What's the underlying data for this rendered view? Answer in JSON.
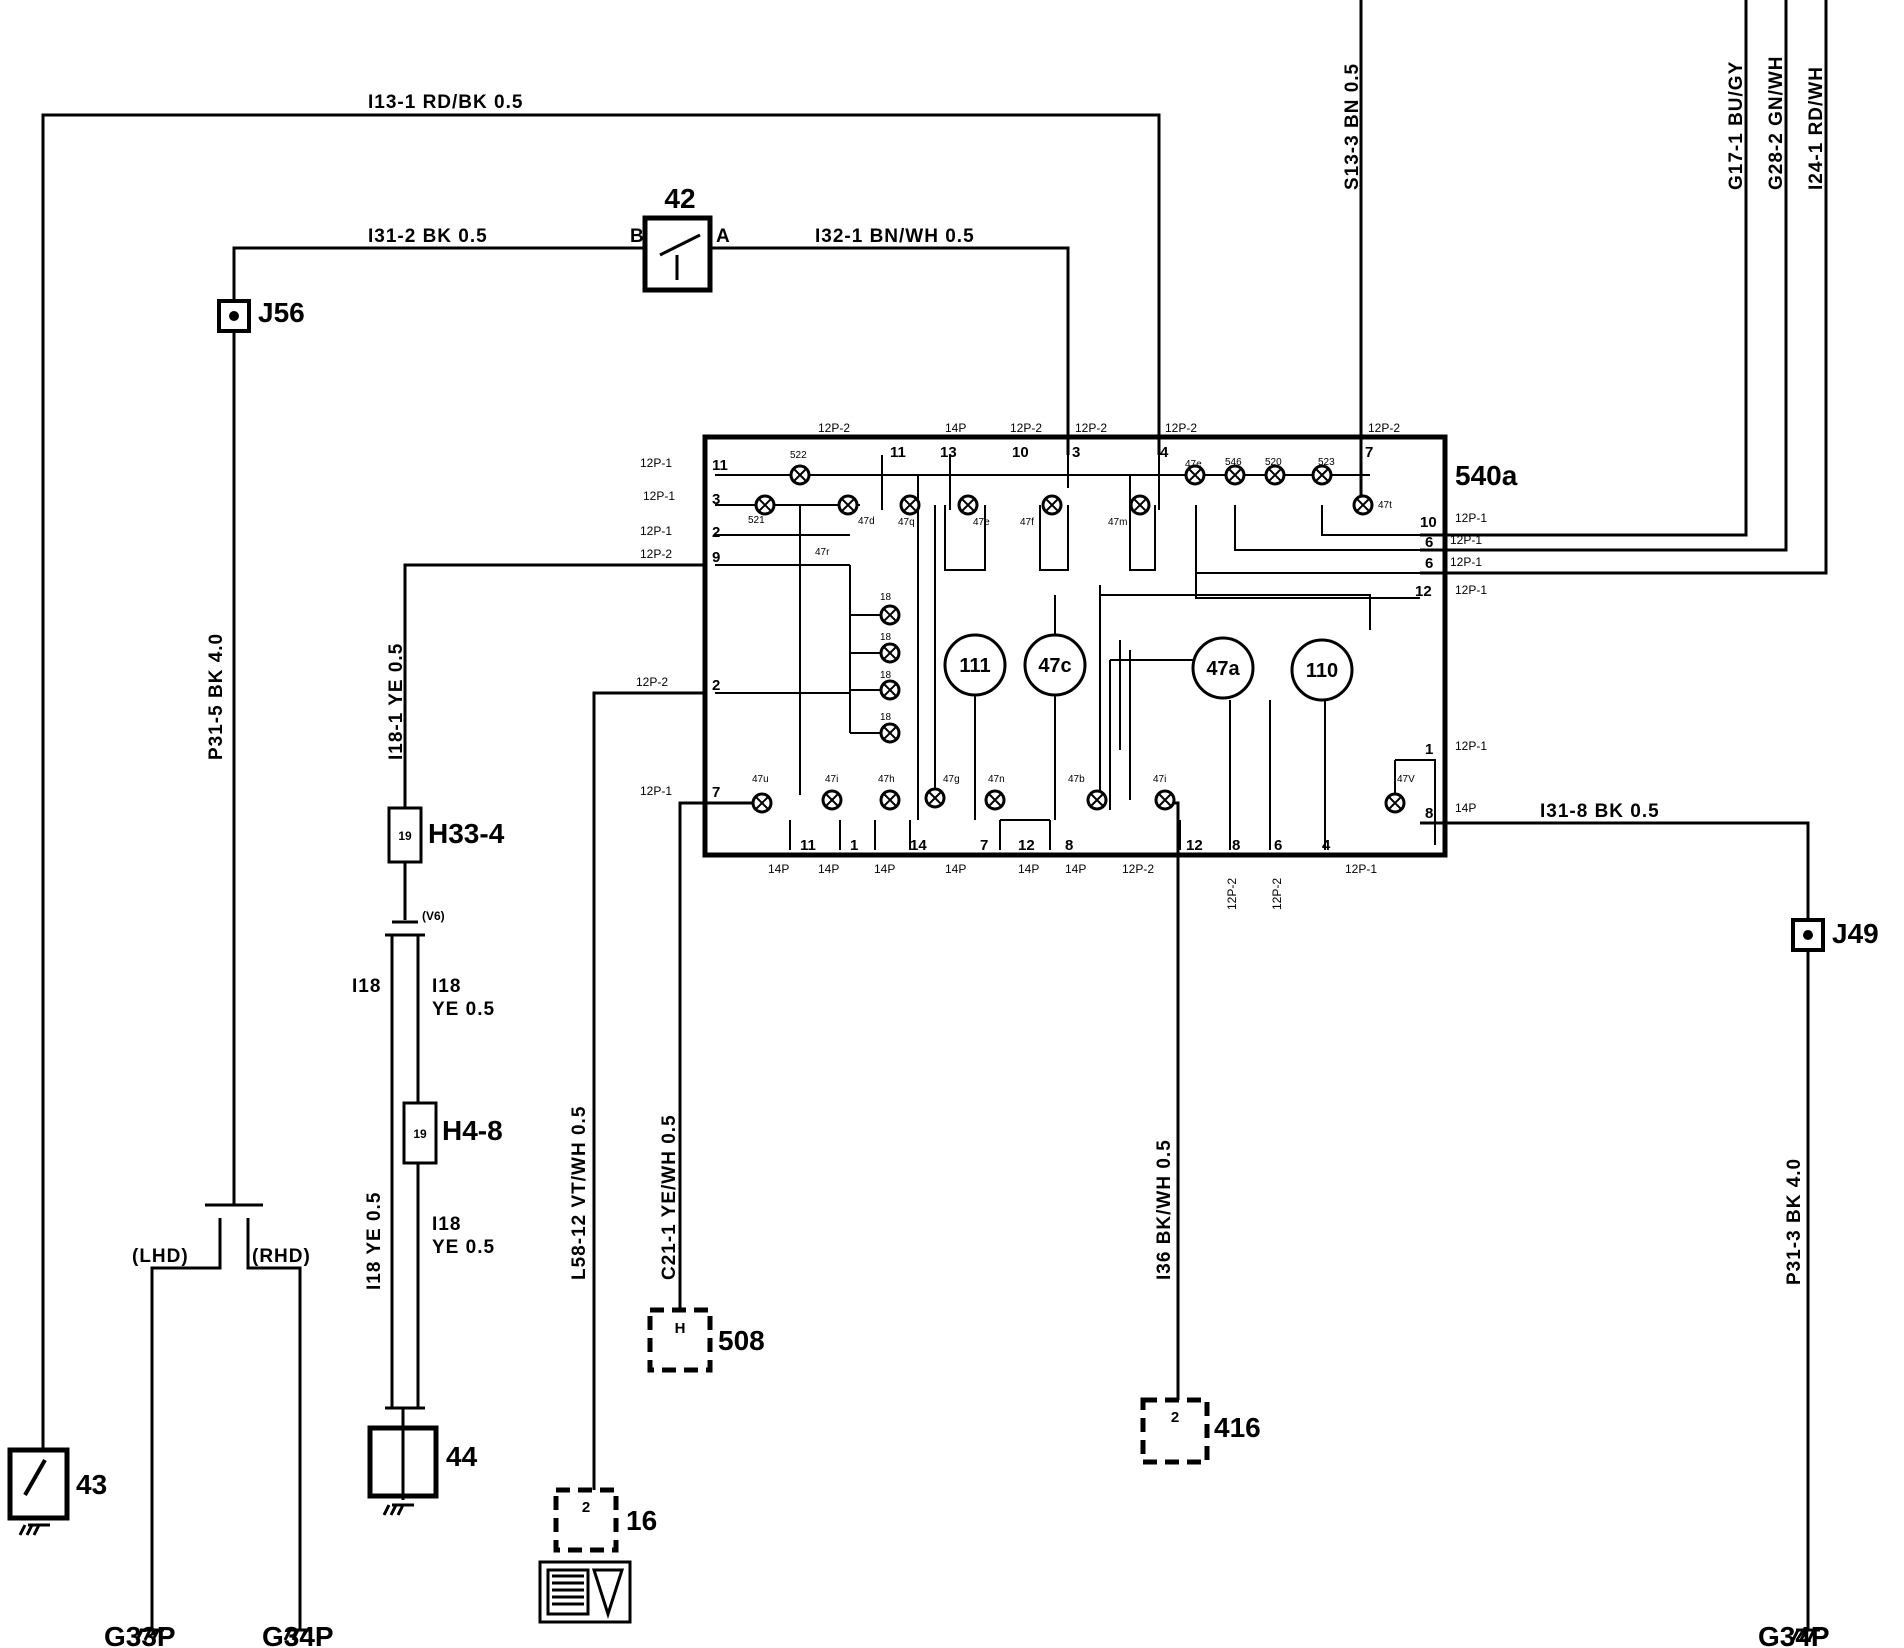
{
  "components": {
    "c42": "42",
    "c540a": "540a",
    "j56": "J56",
    "j49": "J49",
    "h33": "H33-4",
    "h4": "H4-8",
    "c44": "44",
    "c43": "43",
    "c508": "508",
    "c16": "16",
    "c416": "416",
    "g33p": "G33P",
    "g34p_left": "G34P",
    "g34p_right": "G34P",
    "g111": "111",
    "g47c": "47c",
    "g47a": "47a",
    "g110": "110",
    "h33_pin": "19",
    "h4_pin": "19",
    "c508_pin": "H",
    "c16_pin": "2",
    "c416_pin": "2",
    "c42_b": "B",
    "c42_a": "A"
  },
  "wires": {
    "i13": "I13-1   RD/BK  0.5",
    "i31_2": "I31-2   BK  0.5",
    "i32": "I32-1   BN/WH  0.5",
    "s13": "S13-3   BN  0.5",
    "g17": "G17-1   BU/GY",
    "g28": "G28-2   GN/WH",
    "i24": "I24-1   RD/WH",
    "p31_5": "P31-5   BK  4.0",
    "i18_1": "I18-1   YE  0.5",
    "i18_a": "I18",
    "i18_a2": "YE  0.5",
    "i18_b": "I18",
    "i18_b2": "YE  0.5",
    "i18_v": "I18   YE  0.5",
    "l58": "L58-12   VT/WH  0.5",
    "c21": "C21-1   YE/WH  0.5",
    "i36": "I36   BK/WH  0.5",
    "p31_3": "P31-3   BK  4.0",
    "i31_8": "I31-8   BK  0.5",
    "v6": "(V6)",
    "lhd": "(LHD)",
    "rhd": "(RHD)"
  },
  "connectors": {
    "top": [
      "12P-2",
      "14P",
      "12P-2",
      "12P-2",
      "12P-2",
      "12P-2"
    ],
    "left": [
      "12P-1",
      "12P-1",
      "12P-1",
      "12P-2",
      "12P-2",
      "12P-1"
    ],
    "right": [
      "12P-1",
      "12P-1",
      "12P-1",
      "12P-1",
      "12P-1",
      "14P"
    ],
    "bottom": [
      "14P",
      "14P",
      "14P",
      "14P",
      "14P",
      "14P",
      "12P-2",
      "12P-1"
    ],
    "bottom_v": [
      "12P-2",
      "12P-2"
    ]
  },
  "pins": {
    "top": [
      "11",
      "13",
      "10",
      "3",
      "4",
      "7"
    ],
    "left": [
      "11",
      "3",
      "2",
      "9",
      "2",
      "7"
    ],
    "right": [
      "10",
      "6",
      "6",
      "12",
      "1",
      "8"
    ],
    "bottom": [
      "11",
      "1",
      "14",
      "7",
      "12",
      "8",
      "12",
      "8",
      "6",
      "4"
    ]
  },
  "lamps": {
    "top": [
      "522",
      "47e",
      "546",
      "520",
      "523"
    ],
    "row1": [
      "521",
      "47d",
      "47q",
      "47e",
      "47f",
      "47m",
      "47t"
    ],
    "r": "47r",
    "stack": [
      "18",
      "18",
      "18",
      "18"
    ],
    "bottom": [
      "47u",
      "47i",
      "47h",
      "47g",
      "47n",
      "47b",
      "47i",
      "47V"
    ]
  }
}
